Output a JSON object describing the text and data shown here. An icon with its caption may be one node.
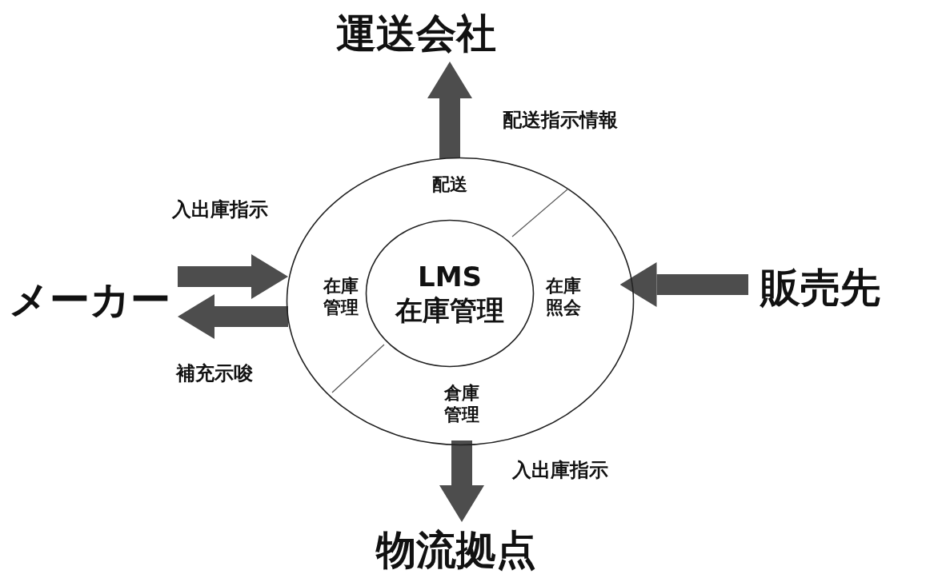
{
  "diagram": {
    "nodes": [
      {
        "text": [],
        "shape": "circle"
      },
      {
        "text": [
          "配送"
        ],
        "in": 0
      },
      {
        "text": [
          "在庫管理"
        ],
        "in": 0
      },
      {
        "text": [
          "LMS 在庫管理"
        ],
        "in": 0
      },
      {
        "text": [
          "在庫照会"
        ],
        "in": 0
      },
      {
        "text": [
          "倉庫管理"
        ],
        "in": 0
      },
      {
        "text": [
          "運送会社"
        ]
      },
      {
        "text": [
          "メーカー"
        ]
      },
      {
        "text": [
          "販売先"
        ]
      },
      {
        "text": [
          "物流拠点"
        ]
      }
    ],
    "edges": [
      {
        "from": 1,
        "to": 6,
        "arrow": "to",
        "label": "配送指示情報"
      },
      {
        "from": 7,
        "to": 2,
        "arrow": "to",
        "label": "入出庫指示"
      },
      {
        "from": 2,
        "to": 7,
        "arrow": "to",
        "label": "補充示唆"
      },
      {
        "from": 8,
        "to": 4,
        "arrow": "to"
      },
      {
        "from": 5,
        "to": 9,
        "arrow": "to",
        "label": "入出庫指示"
      }
    ]
  }
}
